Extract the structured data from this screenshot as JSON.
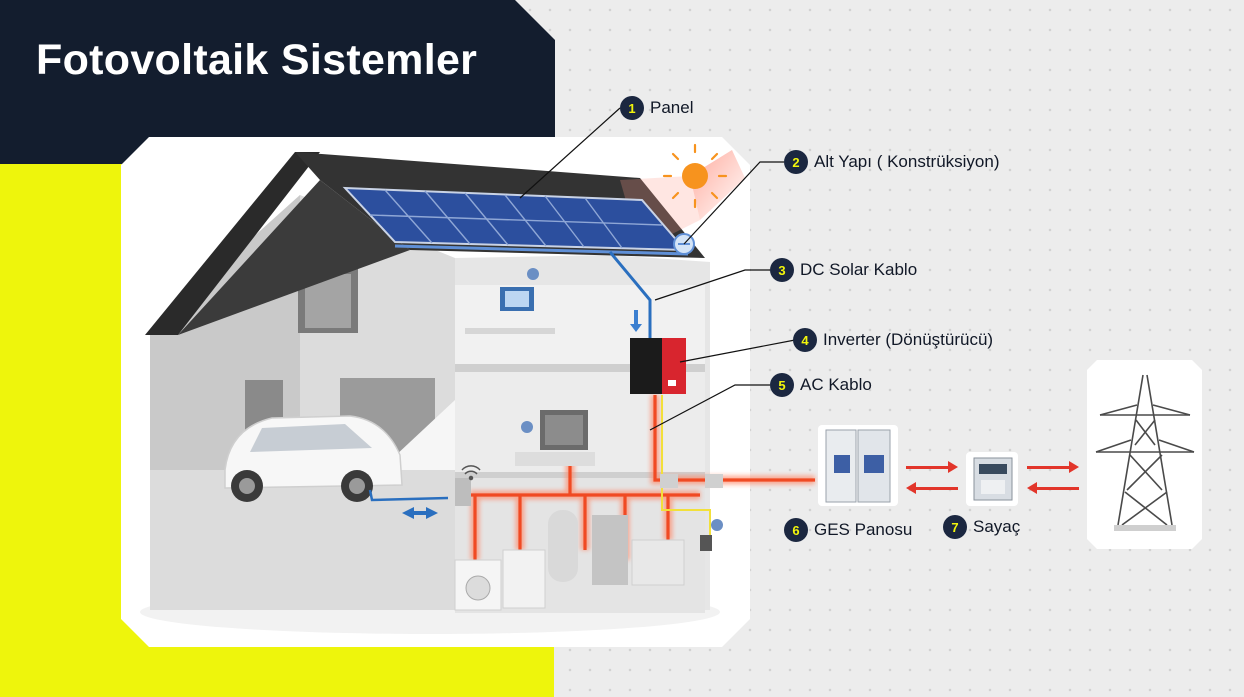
{
  "title": "Fotovoltaik Sistemler",
  "colors": {
    "navy": "#131d2e",
    "yellow": "#eef50c",
    "badge": "#1b2740",
    "badge_text": "#f2f50c",
    "ac_cable": "#f04a23",
    "dc_cable": "#2a6fbf",
    "inverter": "#d8252e",
    "panel": "#2c4f9e"
  },
  "callouts": [
    {
      "number": "1",
      "label": "Panel"
    },
    {
      "number": "2",
      "label": "Alt Yapı ( Konstrüksiyon)"
    },
    {
      "number": "3",
      "label": "DC Solar Kablo"
    },
    {
      "number": "4",
      "label": "Inverter (Dönüştürücü)"
    },
    {
      "number": "5",
      "label": "AC Kablo"
    },
    {
      "number": "6",
      "label": "GES Panosu"
    },
    {
      "number": "7",
      "label": "Sayaç"
    }
  ]
}
